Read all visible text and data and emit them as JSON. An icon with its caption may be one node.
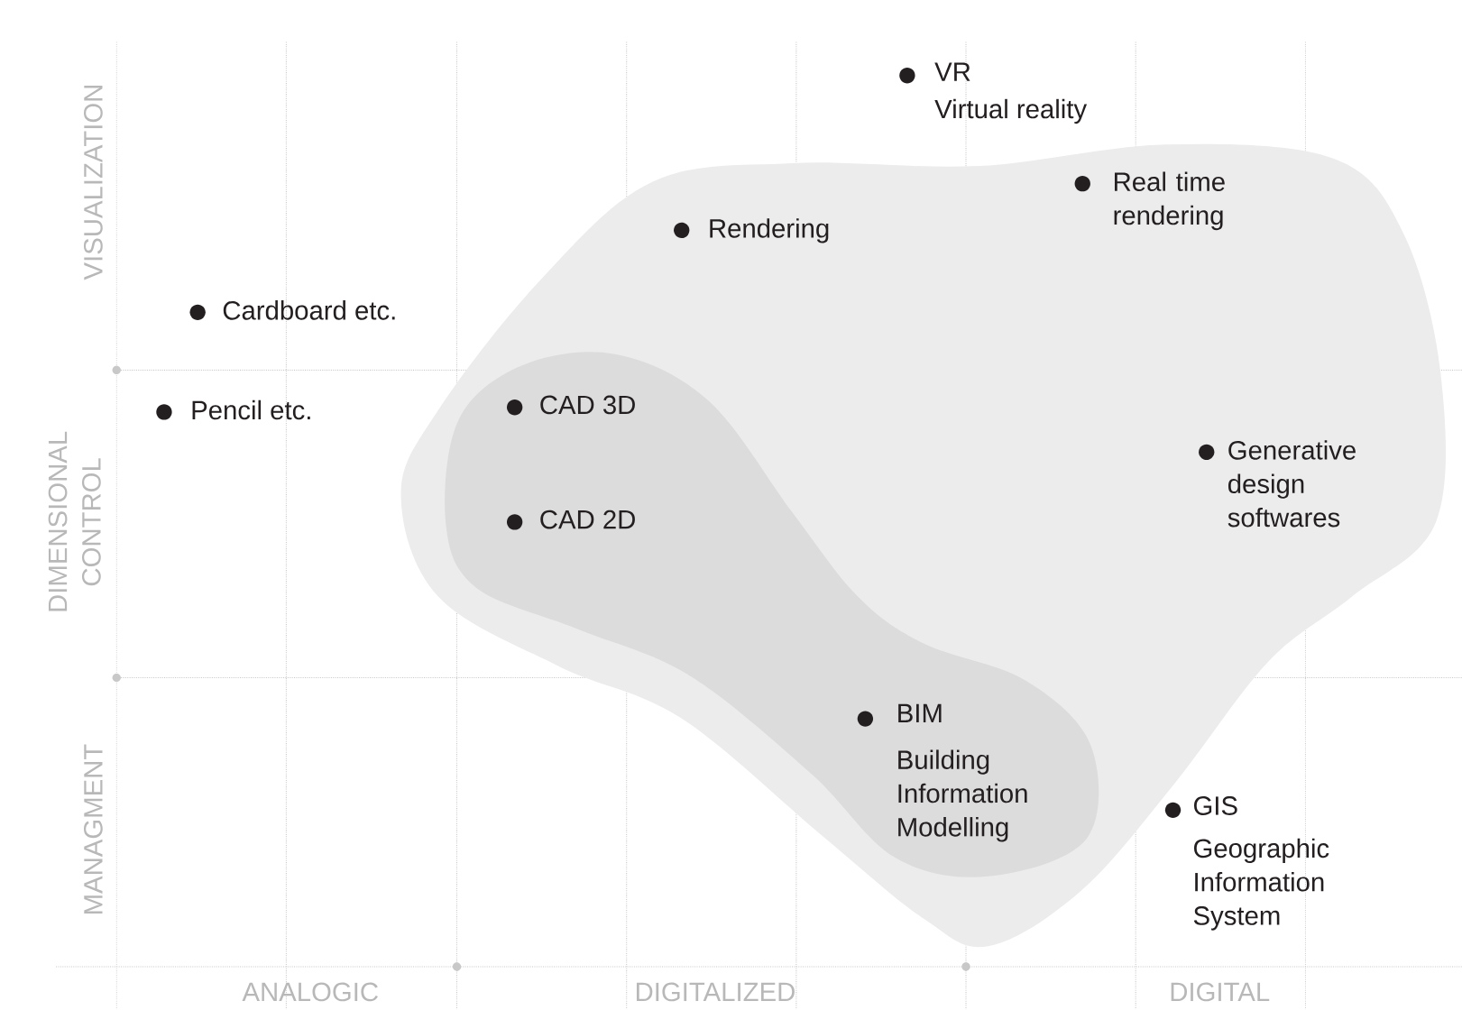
{
  "diagram": {
    "labels": [
      "VR",
      "Virtual reality",
      "Real time rendering",
      "Rendering",
      "VISUALIZATION",
      "Cardboard etc.",
      "Pencil etc.",
      "CAD 3D",
      "Generative design softwares",
      "DIMENSIONAL CONTROL",
      "CAD 2D",
      "BIM",
      "Building Information Modelling",
      "GIS",
      "Geographic Information System",
      "MANAGMENT",
      "ANALOGIC",
      "DIGITALIZED",
      "DIGITAL"
    ]
  }
}
